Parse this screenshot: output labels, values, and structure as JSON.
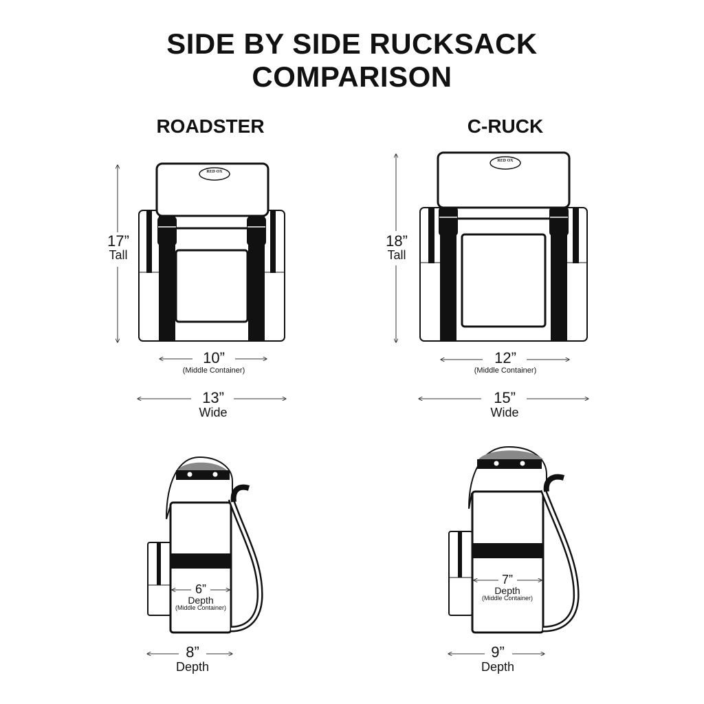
{
  "title": {
    "line1": "SIDE BY SIDE RUCKSACK",
    "line2": "COMPARISON"
  },
  "products": [
    {
      "name": "ROADSTER",
      "logo_text": "RED OX",
      "height": "17”",
      "height_word": "Tall",
      "middle_width": "10”",
      "middle_width_note": "(Middle Container)",
      "width": "13”",
      "width_word": "Wide",
      "middle_depth": "6”",
      "middle_depth_word": "Depth",
      "middle_depth_note": "(Middle Container)",
      "depth": "8”",
      "depth_word": "Depth"
    },
    {
      "name": "C-RUCK",
      "logo_text": "RED OX",
      "height": "18”",
      "height_word": "Tall",
      "middle_width": "12”",
      "middle_width_note": "(Middle Container)",
      "width": "15”",
      "width_word": "Wide",
      "middle_depth": "7”",
      "middle_depth_word": "Depth",
      "middle_depth_note": "(Middle Container)",
      "depth": "9”",
      "depth_word": "Depth"
    }
  ]
}
